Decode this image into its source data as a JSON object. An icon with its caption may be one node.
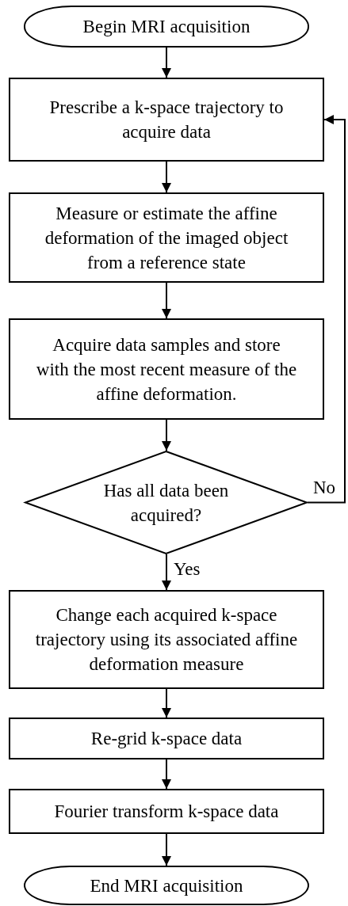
{
  "diagram": {
    "nodes": [
      {
        "text": [
          "Begin MRI acquisition"
        ]
      },
      {
        "text": [
          "Prescribe a k-space trajectory to acquire data"
        ]
      },
      {
        "text": [
          "Measure or estimate the affine deformation of the imaged object from a reference state"
        ]
      },
      {
        "text": [
          "Acquire data samples and store with the most recent measure of the affine deformation."
        ]
      },
      {
        "text": [
          "Has all data been acquired?"
        ]
      },
      {
        "text": [
          "Change each acquired k-space trajectory using its associated affine deformation measure"
        ]
      },
      {
        "text": [
          "Re-grid k-space data"
        ]
      },
      {
        "text": [
          "Fourier transform k-space data"
        ]
      },
      {
        "text": [
          "End MRI acquisition"
        ]
      }
    ],
    "edges": [
      {
        "from": 0,
        "to": 1,
        "arrow": "to"
      },
      {
        "from": 1,
        "to": 2,
        "arrow": "to"
      },
      {
        "from": 2,
        "to": 3,
        "arrow": "to"
      },
      {
        "from": 3,
        "to": 4,
        "arrow": "to"
      },
      {
        "from": 4,
        "to": 5,
        "arrow": "to",
        "label": "Yes"
      },
      {
        "from": 4,
        "to": 1,
        "arrow": "to",
        "label": "No"
      },
      {
        "from": 5,
        "to": 6,
        "arrow": "to"
      },
      {
        "from": 6,
        "to": 7,
        "arrow": "to"
      },
      {
        "from": 7,
        "to": 8,
        "arrow": "to"
      }
    ]
  }
}
